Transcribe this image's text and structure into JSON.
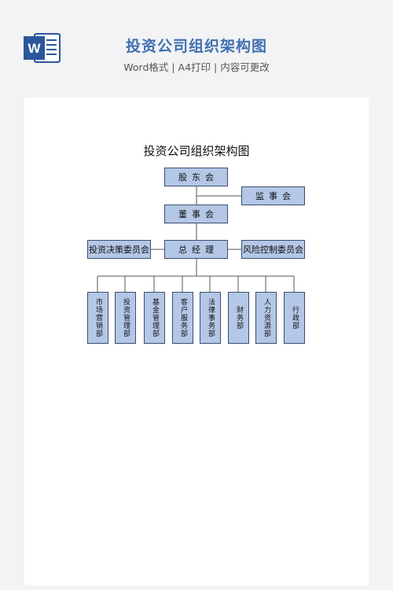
{
  "header": {
    "icon": "word-document-icon",
    "icon_letter": "W",
    "title": "投资公司组织架构图",
    "subtitle": "Word格式 | A4打印 | 内容可更改"
  },
  "document": {
    "title": "投资公司组织架构图",
    "chart": {
      "shareholders": "股东会",
      "supervisors": "监事会",
      "board": "董事会",
      "gm": "总经理",
      "investment_committee": "投资决策委员会",
      "risk_committee": "风险控制委员会",
      "departments": [
        "市场营销部",
        "投资管理部",
        "基金管理部",
        "客户服务部",
        "法律事务部",
        "财务部",
        "人力资源部",
        "行政部"
      ]
    }
  },
  "colors": {
    "node_fill": "#b4c7e7",
    "node_border": "#3b4e6c",
    "title_blue": "#3f6fb0",
    "word_blue": "#2b579a"
  }
}
